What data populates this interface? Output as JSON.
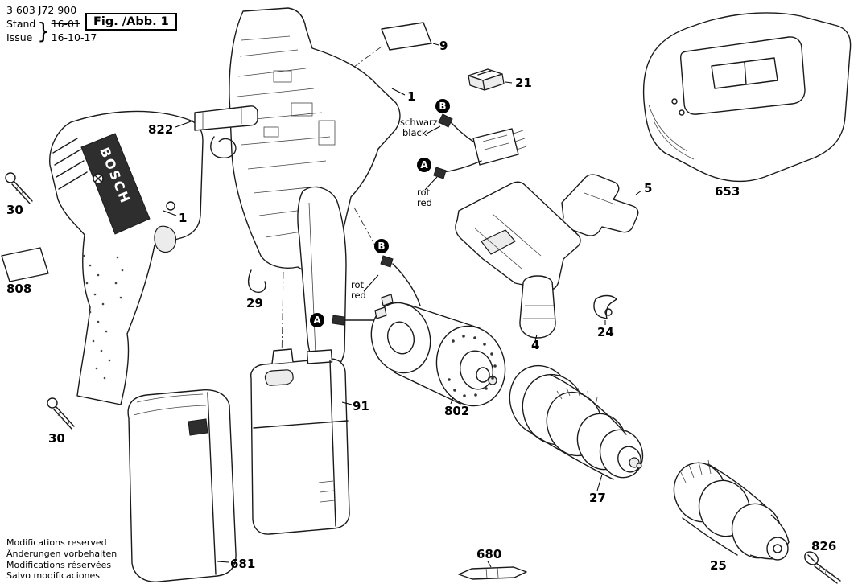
{
  "header": {
    "part_number": "3 603 J72 900",
    "stand_label": "Stand",
    "stand_value": "16-01",
    "issue_label": "Issue",
    "issue_value": "16-10-17",
    "brace": "}",
    "figure_label": "Fig. /Abb. 1"
  },
  "brand": "BOSCH",
  "wire_labels": {
    "black_de": "schwarz",
    "black_en": "black",
    "red_de": "rot",
    "red_en": "red",
    "red2_de": "rot",
    "red2_en": "red"
  },
  "markers": {
    "a": "A",
    "b": "B"
  },
  "callouts": {
    "housing_left": "1",
    "housing_right": "1",
    "plate_top": "9",
    "button": "21",
    "clip": "822",
    "bracket": "5",
    "charger": "653",
    "screw_top": "30",
    "screw_bottom": "30",
    "foam_plate": "808",
    "hook": "29",
    "latch": "24",
    "switch": "4",
    "battery": "91",
    "motor": "802",
    "gearbox": "27",
    "bit": "680",
    "chuck": "25",
    "screw_chuck": "826",
    "battery_shell": "681"
  },
  "footer": {
    "line1": "Modifications reserved",
    "line2": "Änderungen vorbehalten",
    "line3": "Modifications réservées",
    "line4": "Salvo modificaciones"
  }
}
